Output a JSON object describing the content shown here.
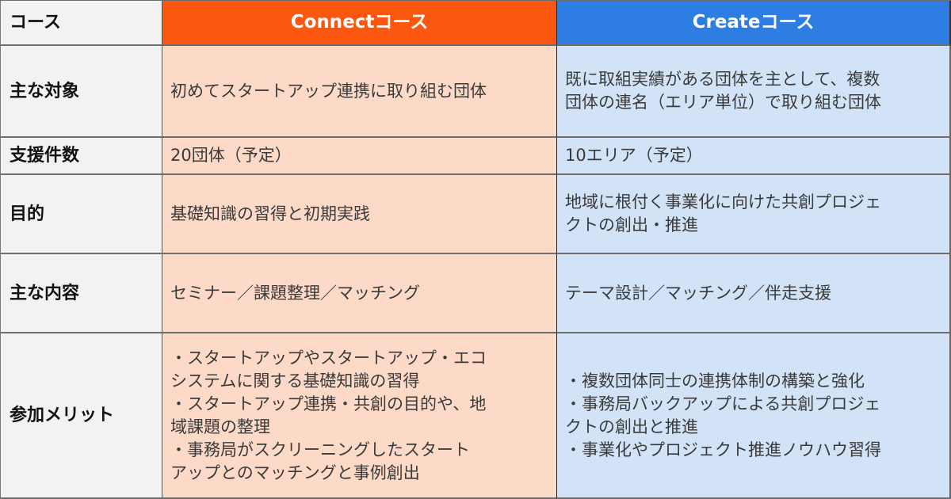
{
  "table": {
    "header": {
      "label": "コース",
      "course_connect": "Connectコース",
      "course_create": "Createコース"
    },
    "rows": [
      {
        "label": "主な対象",
        "connect": "初めてスタートアップ連携に取り組む団体",
        "create": "既に取組実績がある団体を主として、複数\n団体の連名（エリア単位）で取り組む団体"
      },
      {
        "label": "支援件数",
        "connect": "20団体（予定）",
        "create": "10エリア（予定）"
      },
      {
        "label": "目的",
        "connect": "基礎知識の習得と初期実践",
        "create": "地域に根付く事業化に向けた共創プロジェ\nクトの創出・推進"
      },
      {
        "label": "主な内容",
        "connect": "セミナー／課題整理／マッチング",
        "create": "テーマ設計／マッチング／伴走支援"
      },
      {
        "label": "参加メリット",
        "connect": "・スタートアップやスタートアップ・エコ\nシステムに関する基礎知識の習得\n・スタートアップ連携・共創の目的や、地\n域課題の整理\n・事務局がスクリーニングしたスタート\nアップとのマッチングと事例創出",
        "create": "・複数団体同士の連携体制の構築と強化\n・事務局バックアップによる共創プロジェ\nクトの創出と推進\n・事業化やプロジェクト推進ノウハウ習得"
      }
    ]
  },
  "colors": {
    "connect_header": "#fc5710",
    "create_header": "#2d7de3",
    "connect_body": "#fdd9c8",
    "create_body": "#d2e3f8",
    "label_body": "#f2f2f2"
  }
}
